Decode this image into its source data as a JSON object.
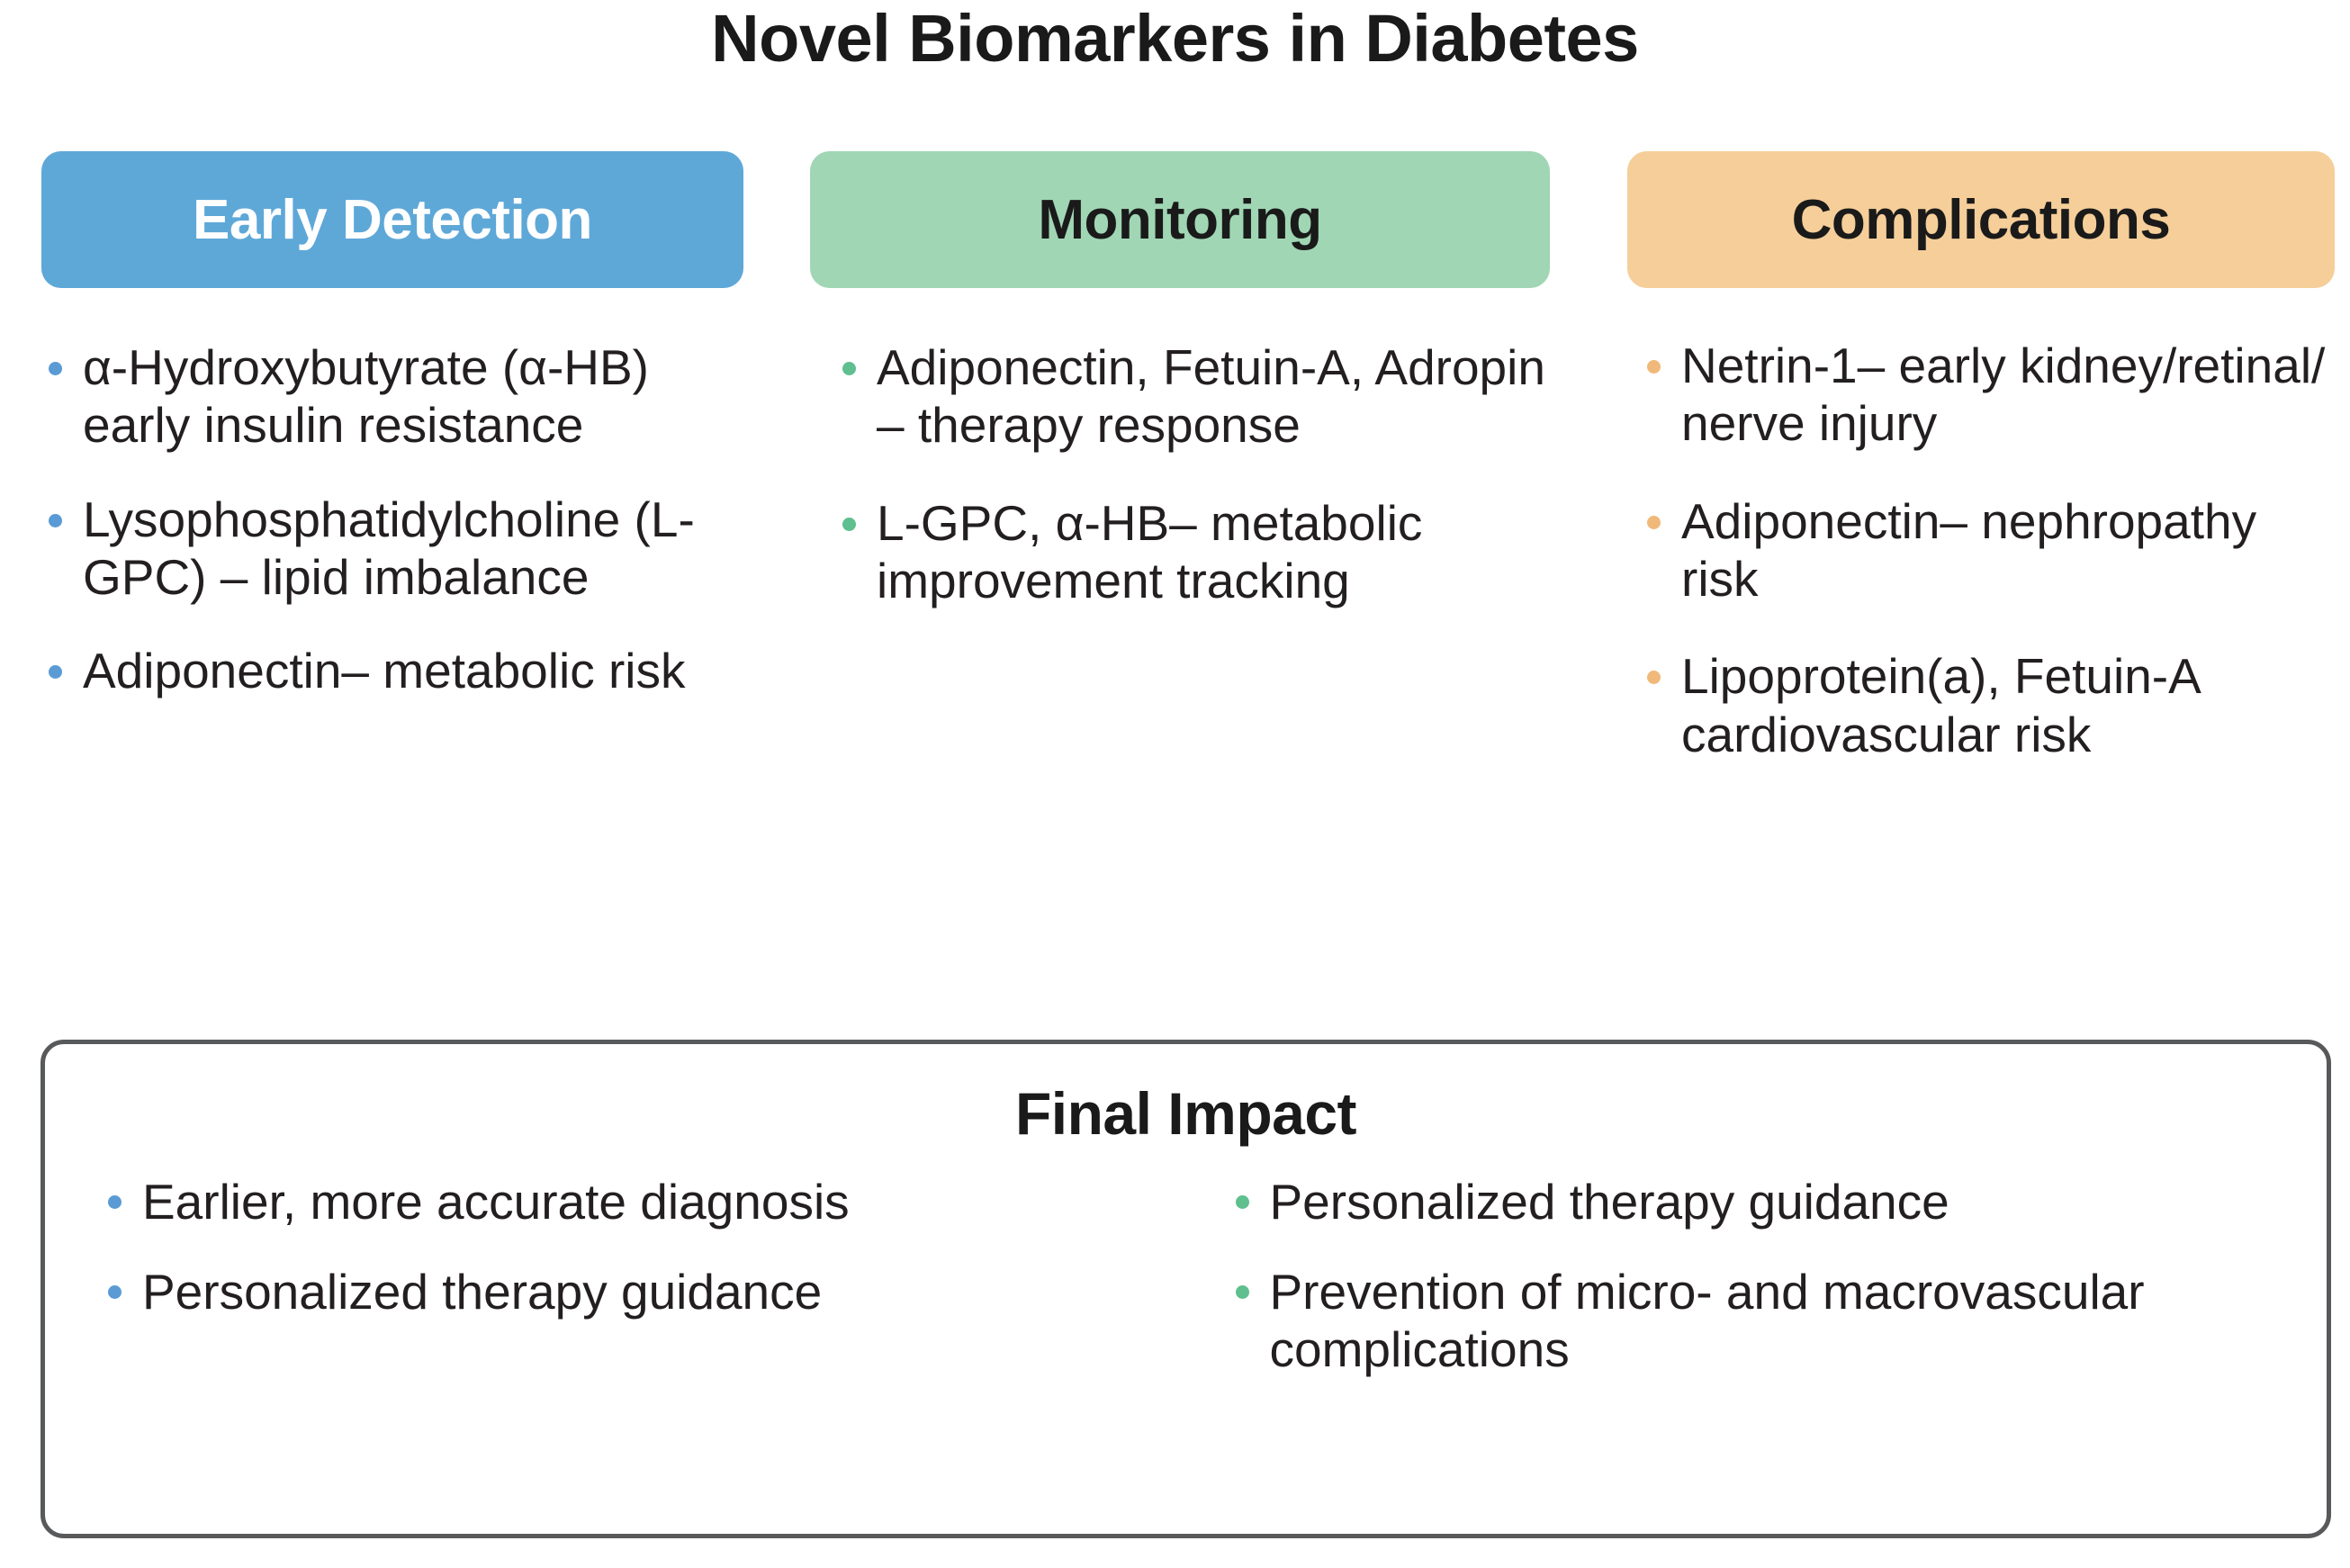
{
  "title": "Novel Biomarkers in Diabetes",
  "colors": {
    "early_detection_bg": "#5EA8D8",
    "early_detection_text": "#FFFFFF",
    "monitoring_bg": "#A0D6B4",
    "monitoring_text": "#1A1A1A",
    "complications_bg": "#F5CE99",
    "complications_text": "#1A1A1A",
    "bullet_blue": "#5B9BD5",
    "bullet_green": "#5FBF8E",
    "bullet_orange": "#F0B97A",
    "box_border": "#58595B",
    "body_text": "#231F20"
  },
  "columns": [
    {
      "id": "early-detection",
      "header": "Early Detection",
      "bullet_color": "#5B9BD5",
      "items": [
        "α-Hydroxybutyrate (α-HB) early insulin resistance",
        "Lysophosphatidylcholine (L-GPC) – lipid imbalance",
        "Adiponectin– metabolic risk"
      ]
    },
    {
      "id": "monitoring",
      "header": "Monitoring",
      "bullet_color": "#5FBF8E",
      "items": [
        "Adiponectin, Fetuin-A, Adropin – therapy response",
        "L-GPC, α-HB– metabolic improvement tracking"
      ]
    },
    {
      "id": "complications",
      "header": "Complications",
      "bullet_color": "#F0B97A",
      "items": [
        "Netrin-1– early kidney/retinal/ nerve injury",
        "Adiponectin– nephropathy risk",
        "Lipoprotein(a), Fetuin-A cardiovascular risk"
      ]
    }
  ],
  "final_impact": {
    "title": "Final Impact",
    "left": {
      "bullet_color": "#5B9BD5",
      "items": [
        "Earlier, more accurate diagnosis",
        "Personalized therapy guidance"
      ]
    },
    "right": {
      "bullet_color": "#5FBF8E",
      "items": [
        "Personalized therapy guidance",
        "Prevention of micro- and macrovascular complications"
      ]
    }
  }
}
